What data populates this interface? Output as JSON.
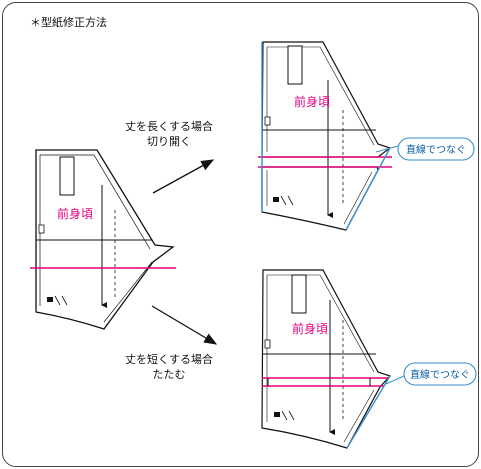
{
  "title": "＊型紙修正方法",
  "piece_label": "前身頃",
  "lengthen": {
    "line1": "丈を長くする場合",
    "line2": "切り開く"
  },
  "shorten": {
    "line1": "丈を短くする場合",
    "line2": "たたむ"
  },
  "callout": "直線でつなぐ",
  "colors": {
    "pink": "#e6007e",
    "blue": "#3a8fc8",
    "outline": "#111111"
  }
}
